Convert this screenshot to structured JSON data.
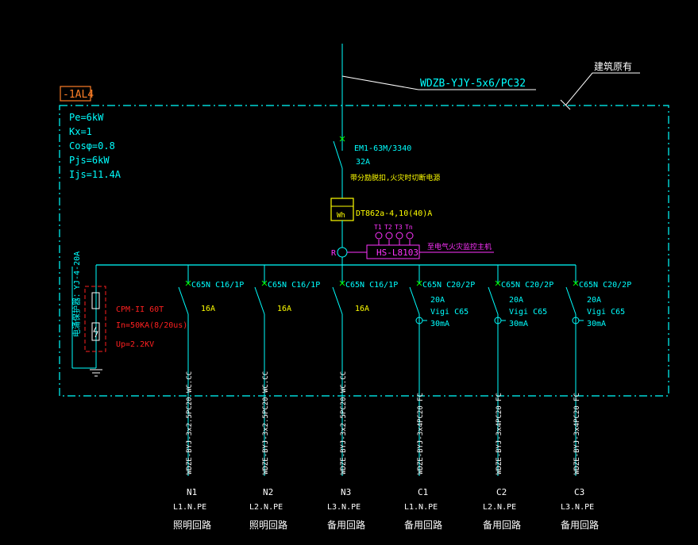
{
  "panel": {
    "id": "-1AL4",
    "specs": [
      "Pe=6kW",
      "Kx=1",
      "Cosφ=0.8",
      "Pjs=6kW",
      "Ijs=11.4A"
    ]
  },
  "incoming": {
    "cable": "WDZB-YJY-5x6/PC32",
    "note": "建筑原有",
    "breaker_model": "EM1-63M/3340",
    "breaker_current": "32A",
    "breaker_note": "带分励脱扣,火灾时切断电源",
    "meter_label": "Wh",
    "meter_model": "DT862a-4,10(40)A",
    "rcd_label": "R",
    "monitor_box": "HS-L8103",
    "monitor_note": "至电气火灾监控主机",
    "sensors": [
      "T1",
      "T2",
      "T3",
      "Tn"
    ]
  },
  "spd": {
    "vertical_label": "电涌保护器：YJ-4-20A",
    "lines": [
      "CPM-II 60T",
      "In=50KA(8/20us)",
      "Up=2.2KV"
    ]
  },
  "circuits": [
    {
      "breaker": "C65N C16/1P",
      "rating": "16A",
      "cable": "WDZE-BYJ-3x2.5PC20 WC.CC",
      "id": "N1",
      "phase": "L1.N.PE",
      "use": "照明回路",
      "has_rcd": false
    },
    {
      "breaker": "C65N C16/1P",
      "rating": "16A",
      "cable": "WDZE-BYJ-3x2.5PC20 WC.CC",
      "id": "N2",
      "phase": "L2.N.PE",
      "use": "照明回路",
      "has_rcd": false
    },
    {
      "breaker": "C65N C16/1P",
      "rating": "16A",
      "cable": "WDZE-BYJ-3x2.5PC20 WC.CC",
      "id": "N3",
      "phase": "L3.N.PE",
      "use": "备用回路",
      "has_rcd": false
    },
    {
      "breaker": "C65N C20/2P",
      "rating": "20A",
      "rcd": "Vigi C65",
      "sens": "30mA",
      "cable": "WDZE-BYJ-3x4PC20 FC",
      "id": "C1",
      "phase": "L1.N.PE",
      "use": "备用回路",
      "has_rcd": true
    },
    {
      "breaker": "C65N C20/2P",
      "rating": "20A",
      "rcd": "Vigi C65",
      "sens": "30mA",
      "cable": "WDZE-BYJ-3x4PC20 FC",
      "id": "C2",
      "phase": "L2.N.PE",
      "use": "备用回路",
      "has_rcd": true
    },
    {
      "breaker": "C65N C20/2P",
      "rating": "20A",
      "rcd": "Vigi C65",
      "sens": "30mA",
      "cable": "WDZE-BYJ-3x4PC20 FC",
      "id": "C3",
      "phase": "L3.N.PE",
      "use": "备用回路",
      "has_rcd": true
    }
  ]
}
